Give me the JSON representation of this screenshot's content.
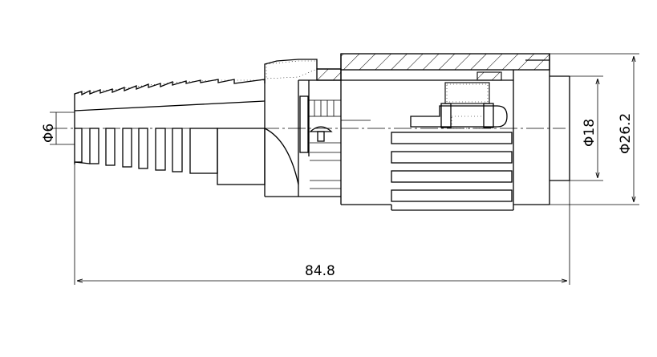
{
  "drawing": {
    "dimensions": {
      "cable_diameter": "Φ6",
      "inner_diameter": "Φ18",
      "outer_diameter": "Φ26.2",
      "overall_length": "84.8"
    }
  },
  "colors": {
    "line": "#000000",
    "background": "#ffffff"
  }
}
